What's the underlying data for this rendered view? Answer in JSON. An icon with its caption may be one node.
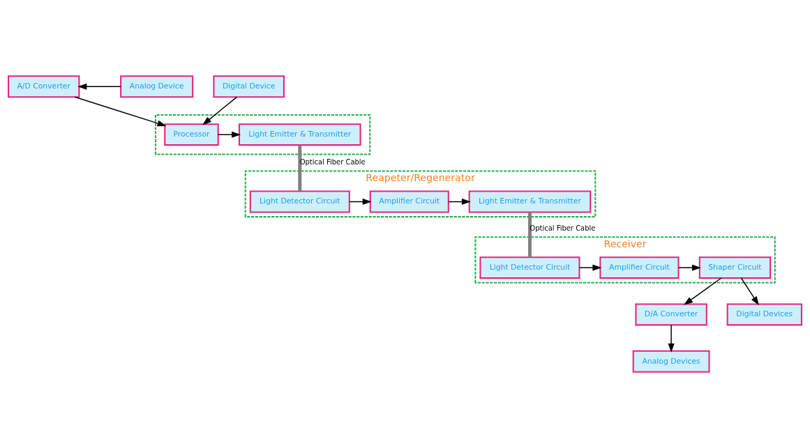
{
  "diagram": {
    "nodes": [
      {
        "text": [],
        "shape": "box"
      },
      {
        "text": [
          "Analog Device"
        ]
      },
      {
        "text": [
          "A/D Converter"
        ]
      },
      {
        "text": [
          "Digital Device"
        ]
      },
      {
        "text": [
          "Processor"
        ],
        "in": 0
      },
      {
        "text": [
          "Light Emitter & Transmitter"
        ],
        "in": 0
      },
      {
        "text": [
          "Reapeter/Regenerator"
        ]
      },
      {
        "text": [
          "Light Detector Circuit"
        ],
        "in": 6
      },
      {
        "text": [
          "Amplifier Circuit"
        ],
        "in": 6
      },
      {
        "text": [
          "Light Emitter & Transmitter"
        ],
        "in": 6
      },
      {
        "text": [
          "Receiver"
        ]
      },
      {
        "text": [
          "Light Detector Circuit"
        ],
        "in": 10
      },
      {
        "text": [
          "Amplifier Circuit"
        ],
        "in": 10
      },
      {
        "text": [
          "Shaper Circuit"
        ],
        "in": 10
      },
      {
        "text": [
          "D/A Converter"
        ]
      },
      {
        "text": [
          "Analog Devices"
        ]
      },
      {
        "text": [
          "Digital Devices"
        ]
      }
    ],
    "edges": [
      {
        "from": 1,
        "to": 2,
        "arrow": "to"
      },
      {
        "from": 2,
        "to": 4,
        "arrow": "to"
      },
      {
        "from": 3,
        "to": 4,
        "arrow": "to"
      },
      {
        "from": 4,
        "to": 5,
        "arrow": "to"
      },
      {
        "from": 5,
        "to": 7,
        "arrow": "none",
        "label": "Optical Fiber Cable",
        "style": "thick",
        "color": "#808080"
      },
      {
        "from": 7,
        "to": 8,
        "arrow": "to"
      },
      {
        "from": 8,
        "to": 9,
        "arrow": "to"
      },
      {
        "from": 9,
        "to": 11,
        "arrow": "none",
        "label": "Optical Fiber Cable",
        "style": "thick",
        "color": "#808080"
      },
      {
        "from": 11,
        "to": 12,
        "arrow": "to"
      },
      {
        "from": 12,
        "to": 13,
        "arrow": "to"
      },
      {
        "from": 13,
        "to": 14,
        "arrow": "to"
      },
      {
        "from": 14,
        "to": 15,
        "arrow": "to"
      },
      {
        "from": 13,
        "to": 16,
        "arrow": "to"
      }
    ]
  }
}
